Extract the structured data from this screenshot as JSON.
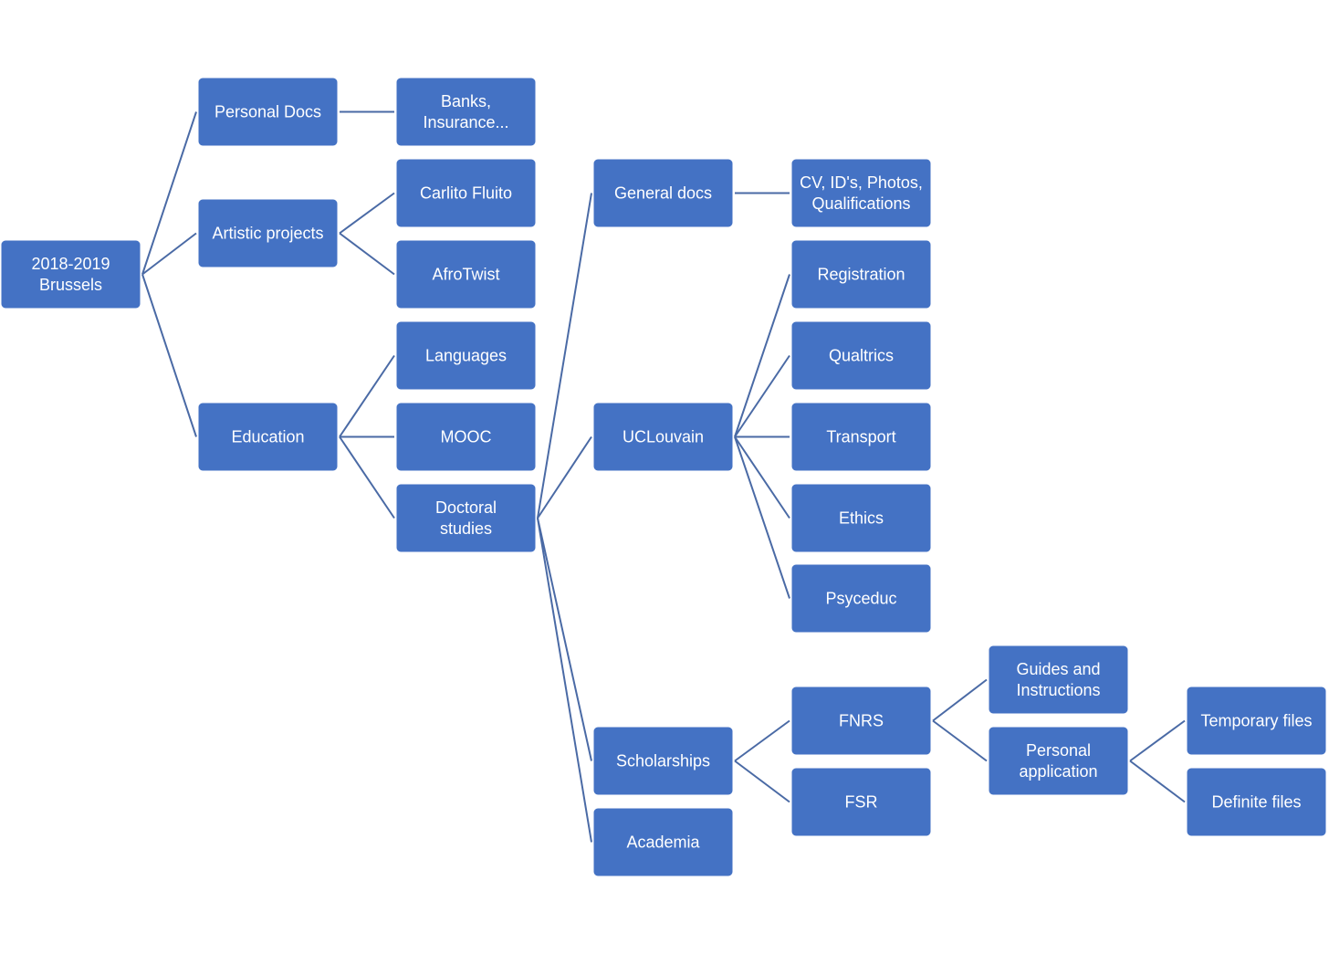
{
  "style": {
    "node_fill": "#4472c4",
    "node_text": "#ffffff",
    "link_color": "#4a6aa5"
  },
  "nodes": [
    {
      "id": "root",
      "lines": [
        "2018-2019",
        "Brussels"
      ]
    },
    {
      "id": "personal-docs",
      "lines": [
        "Personal Docs"
      ]
    },
    {
      "id": "banks",
      "lines": [
        "Banks,",
        "Insurance..."
      ]
    },
    {
      "id": "artistic-projects",
      "lines": [
        "Artistic projects"
      ]
    },
    {
      "id": "carlito-fluito",
      "lines": [
        "Carlito Fluito"
      ]
    },
    {
      "id": "afrotwist",
      "lines": [
        "AfroTwist"
      ]
    },
    {
      "id": "education",
      "lines": [
        "Education"
      ]
    },
    {
      "id": "languages",
      "lines": [
        "Languages"
      ]
    },
    {
      "id": "mooc",
      "lines": [
        "MOOC"
      ]
    },
    {
      "id": "doctoral-studies",
      "lines": [
        "Doctoral",
        "studies"
      ]
    },
    {
      "id": "general-docs",
      "lines": [
        "General docs"
      ]
    },
    {
      "id": "cv-ids",
      "lines": [
        "CV, ID's, Photos,",
        "Qualifications"
      ]
    },
    {
      "id": "uclouvain",
      "lines": [
        "UCLouvain"
      ]
    },
    {
      "id": "registration",
      "lines": [
        "Registration"
      ]
    },
    {
      "id": "qualtrics",
      "lines": [
        "Qualtrics"
      ]
    },
    {
      "id": "transport",
      "lines": [
        "Transport"
      ]
    },
    {
      "id": "ethics",
      "lines": [
        "Ethics"
      ]
    },
    {
      "id": "psyceduc",
      "lines": [
        "Psyceduc"
      ]
    },
    {
      "id": "scholarships",
      "lines": [
        "Scholarships"
      ]
    },
    {
      "id": "academia",
      "lines": [
        "Academia"
      ]
    },
    {
      "id": "fnrs",
      "lines": [
        "FNRS"
      ]
    },
    {
      "id": "fsr",
      "lines": [
        "FSR"
      ]
    },
    {
      "id": "guides",
      "lines": [
        "Guides and",
        "Instructions"
      ]
    },
    {
      "id": "personal-application",
      "lines": [
        "Personal",
        "application"
      ]
    },
    {
      "id": "temporary-files",
      "lines": [
        "Temporary files"
      ]
    },
    {
      "id": "definite-files",
      "lines": [
        "Definite files"
      ]
    }
  ],
  "edges": [
    [
      "root",
      "personal-docs"
    ],
    [
      "root",
      "artistic-projects"
    ],
    [
      "root",
      "education"
    ],
    [
      "personal-docs",
      "banks"
    ],
    [
      "artistic-projects",
      "carlito-fluito"
    ],
    [
      "artistic-projects",
      "afrotwist"
    ],
    [
      "education",
      "languages"
    ],
    [
      "education",
      "mooc"
    ],
    [
      "education",
      "doctoral-studies"
    ],
    [
      "doctoral-studies",
      "general-docs"
    ],
    [
      "doctoral-studies",
      "uclouvain"
    ],
    [
      "doctoral-studies",
      "scholarships"
    ],
    [
      "doctoral-studies",
      "academia"
    ],
    [
      "general-docs",
      "cv-ids"
    ],
    [
      "uclouvain",
      "registration"
    ],
    [
      "uclouvain",
      "qualtrics"
    ],
    [
      "uclouvain",
      "transport"
    ],
    [
      "uclouvain",
      "ethics"
    ],
    [
      "uclouvain",
      "psyceduc"
    ],
    [
      "scholarships",
      "fnrs"
    ],
    [
      "scholarships",
      "fsr"
    ],
    [
      "fnrs",
      "guides"
    ],
    [
      "fnrs",
      "personal-application"
    ],
    [
      "personal-application",
      "temporary-files"
    ],
    [
      "personal-application",
      "definite-files"
    ]
  ]
}
